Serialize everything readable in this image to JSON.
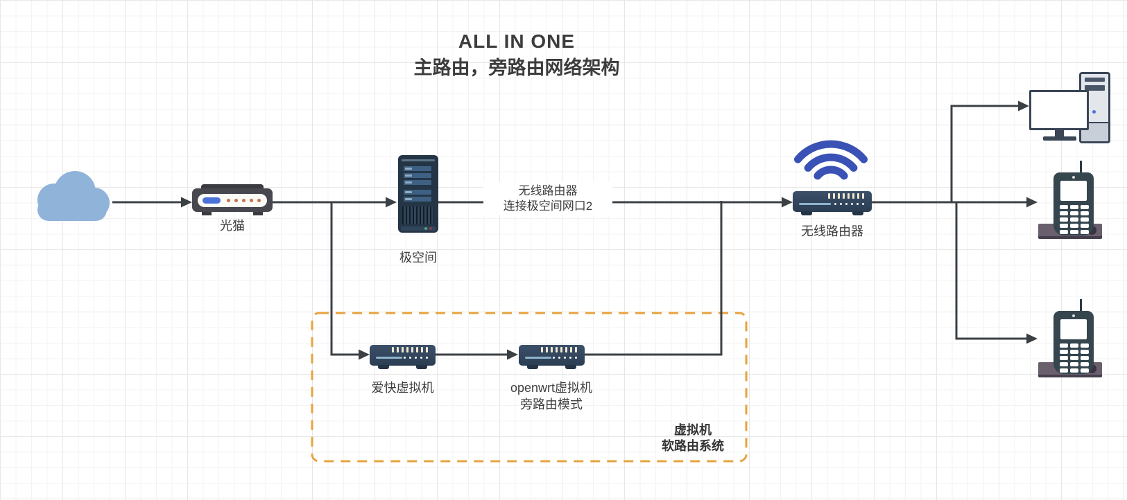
{
  "title": {
    "line1": "ALL IN ONE",
    "line2": "主路由，旁路由网络架构"
  },
  "nodes": {
    "internet": {
      "icon": "cloud-icon",
      "label": ""
    },
    "modem": {
      "icon": "modem-icon",
      "label": "光猫"
    },
    "nas": {
      "icon": "server-icon",
      "label": "极空间"
    },
    "wireless_router": {
      "icon": "router-icon",
      "wifi_icon": "wifi-signal-icon",
      "label": "无线路由器"
    },
    "ikuai_vm": {
      "icon": "router-icon",
      "label": "爱快虚拟机"
    },
    "openwrt_vm": {
      "icon": "router-icon",
      "label_line1": "openwrt虚拟机",
      "label_line2": "旁路由模式"
    },
    "desktop": {
      "icon": "desktop-computer-icon",
      "label": ""
    },
    "phone_1": {
      "icon": "cordless-phone-icon",
      "label": ""
    },
    "phone_2": {
      "icon": "cordless-phone-icon",
      "label": ""
    }
  },
  "edge_label": {
    "line1": "无线路由器",
    "line2": "连接极空间网口2"
  },
  "group_box": {
    "label_line1": "虚拟机",
    "label_line2": "软路由系统",
    "border_style": "dashed"
  },
  "edges": [
    "internet→modem",
    "modem→nas",
    "modem→ikuai_vm",
    "ikuai_vm→openwrt_vm",
    "openwrt_vm→wireless_router",
    "nas→wireless_router",
    "wireless_router→desktop",
    "wireless_router→phone_1",
    "wireless_router→phone_2"
  ],
  "colors": {
    "line": "#3B4045",
    "accent": "#E8A33D",
    "wifi": "#3A51B5",
    "cloud": "#8FB3D9",
    "device_navy": "#2E4156",
    "server_navy": "#243546",
    "modem_gray": "#47474F",
    "phone_slate": "#35464F",
    "phone_base": "#6A5F6C",
    "title_text": "#3C3C3C",
    "label_text": "#3D3D3D"
  }
}
